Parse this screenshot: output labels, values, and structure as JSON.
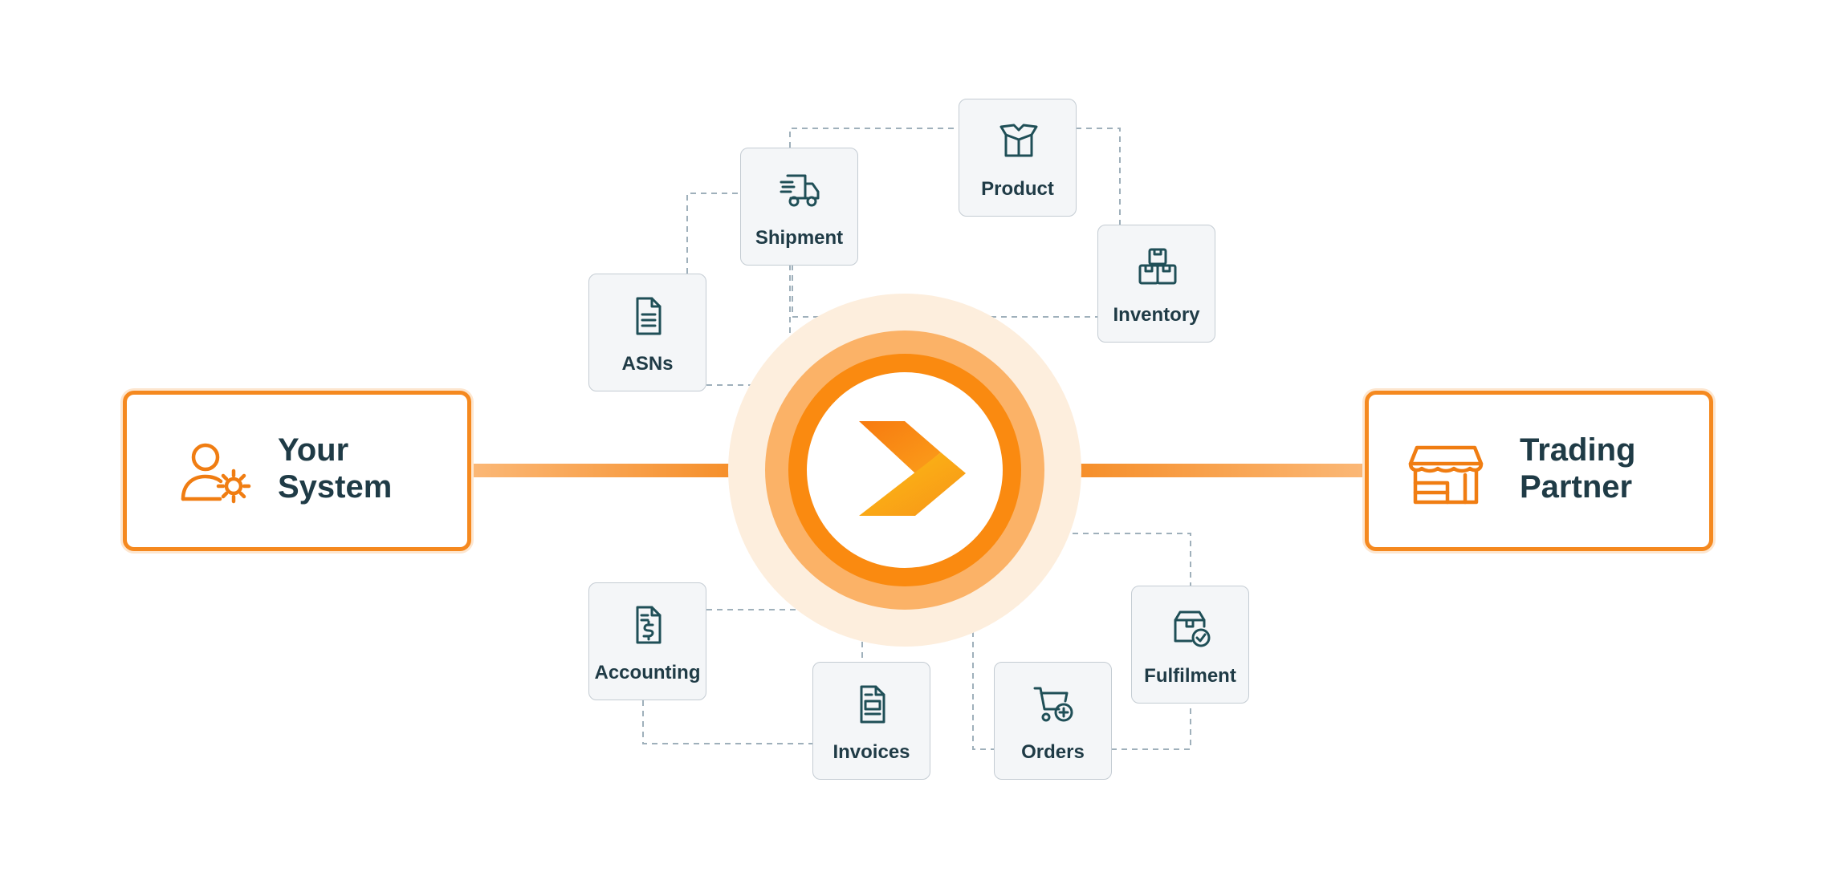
{
  "colors": {
    "brand_orange": "#f5891f",
    "icon_teal": "#1f4f57",
    "text_dark": "#1f3b46",
    "connector_gray": "#9fb0bb"
  },
  "left_endpoint": {
    "title_line1": "Your",
    "title_line2": "System",
    "icon": "user-gear-icon"
  },
  "right_endpoint": {
    "title_line1": "Trading",
    "title_line2": "Partner",
    "icon": "storefront-icon"
  },
  "hub": {
    "icon": "chevron-logo-icon"
  },
  "nodes": {
    "asns": {
      "label": "ASNs",
      "icon": "document-icon"
    },
    "shipment": {
      "label": "Shipment",
      "icon": "delivery-truck-icon"
    },
    "product": {
      "label": "Product",
      "icon": "open-box-icon"
    },
    "inventory": {
      "label": "Inventory",
      "icon": "stacked-boxes-icon"
    },
    "accounting": {
      "label": "Accounting",
      "icon": "dollar-document-icon"
    },
    "invoices": {
      "label": "Invoices",
      "icon": "invoice-icon"
    },
    "orders": {
      "label": "Orders",
      "icon": "cart-plus-icon"
    },
    "fulfilment": {
      "label": "Fulfilment",
      "icon": "box-check-icon"
    }
  }
}
